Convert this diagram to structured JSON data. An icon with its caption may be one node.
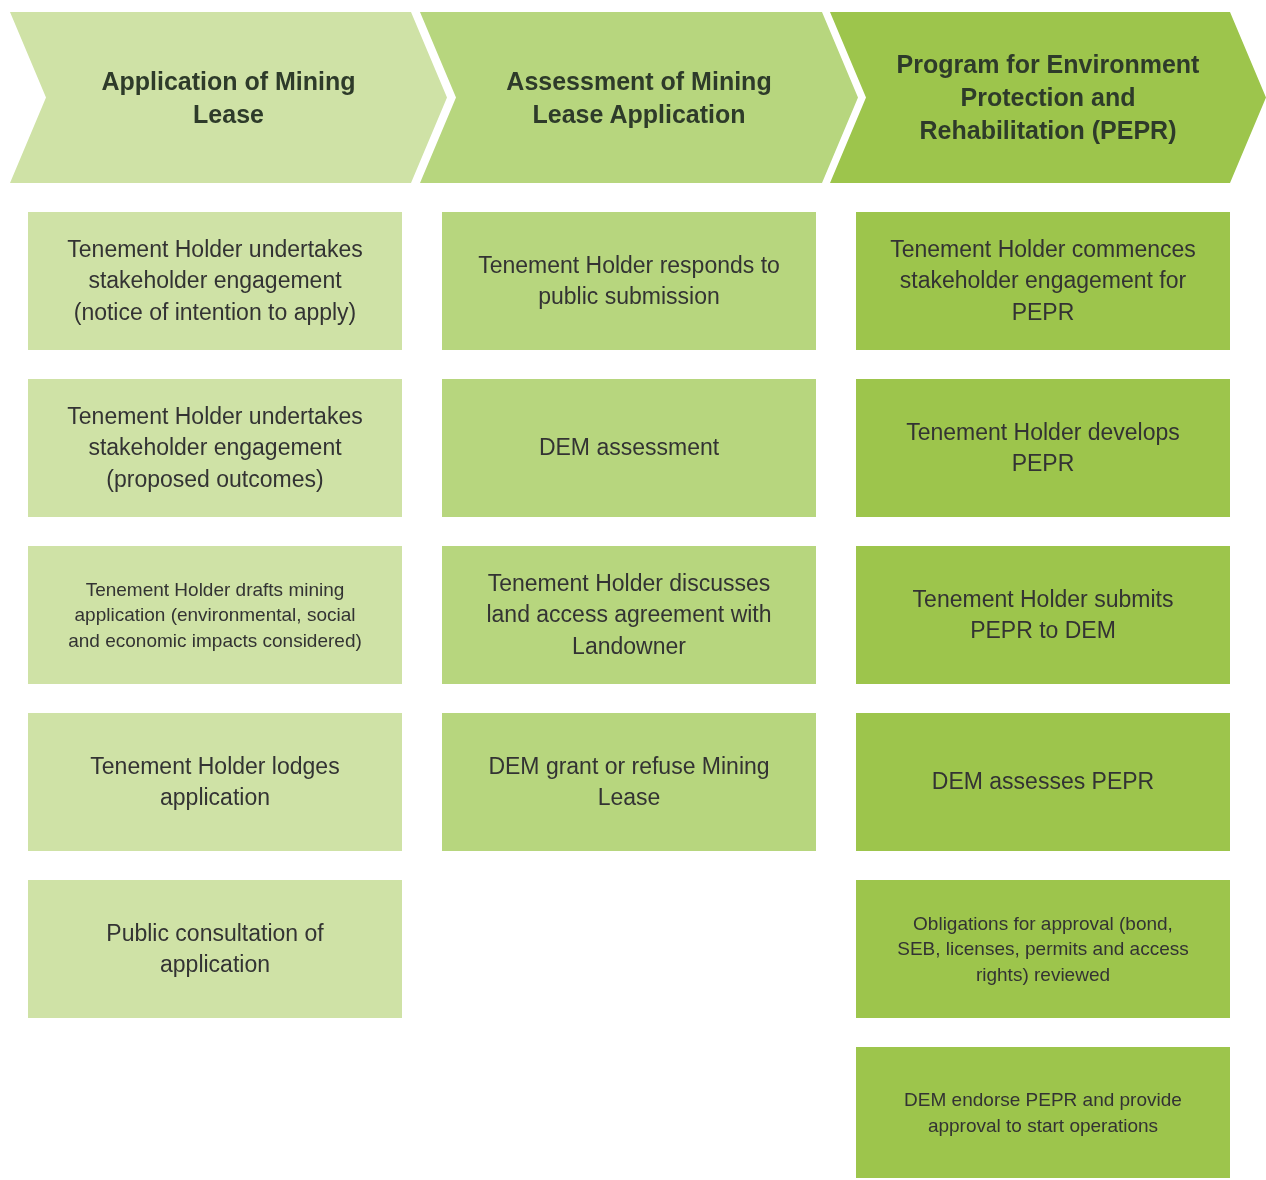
{
  "diagram": {
    "nodes": [
      {
        "text": [
          "Application of Mining Lease"
        ]
      },
      {
        "text": [
          "Tenement Holder undertakes stakeholder engagement (notice of intention to apply)"
        ]
      },
      {
        "text": [
          "Tenement Holder undertakes stakeholder engagement (proposed outcomes)"
        ]
      },
      {
        "text": [
          "Tenement Holder drafts mining application (environmental, social and economic impacts considered)"
        ]
      },
      {
        "text": [
          "Tenement Holder lodges application"
        ]
      },
      {
        "text": [
          "Public consultation of application"
        ]
      },
      {
        "text": [
          "Assessment of Mining Lease Application"
        ]
      },
      {
        "text": [
          "Tenement Holder responds to public submission"
        ]
      },
      {
        "text": [
          "DEM assessment"
        ]
      },
      {
        "text": [
          "Tenement Holder discusses land access agreement with Landowner"
        ]
      },
      {
        "text": [
          "DEM grant or refuse Mining Lease"
        ]
      },
      {
        "text": [
          "Program for Environment Protection and Rehabilitation (PEPR)"
        ]
      },
      {
        "text": [
          "Tenement Holder commences stakeholder engagement for PEPR"
        ]
      },
      {
        "text": [
          "Tenement Holder develops PEPR"
        ]
      },
      {
        "text": [
          "Tenement Holder submits PEPR to DEM"
        ]
      },
      {
        "text": [
          "DEM assesses PEPR"
        ]
      },
      {
        "text": [
          "Obligations for approval (bond, SEB, licenses, permits and access rights) reviewed"
        ]
      },
      {
        "text": [
          "DEM endorse PEPR and provide approval to start operations"
        ]
      }
    ]
  }
}
